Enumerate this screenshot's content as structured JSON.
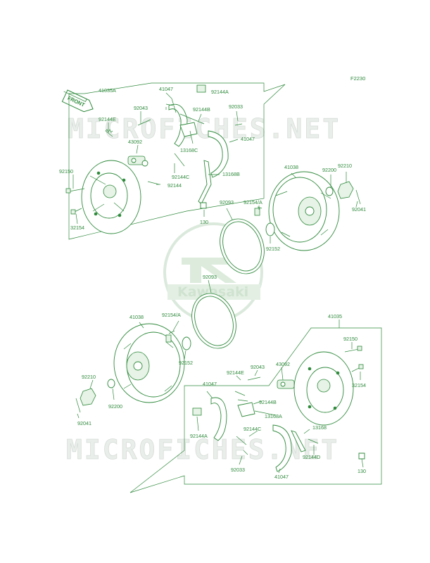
{
  "diagram_code": "F2230",
  "front_tag": "FRONT",
  "watermark": {
    "text": "MICROFICHES.NET",
    "logo": "Kawasaki"
  },
  "labels": [
    {
      "id": "l-41035a",
      "text": "41035A"
    },
    {
      "id": "l-41047-top",
      "text": "41047"
    },
    {
      "id": "l-92144a-top",
      "text": "92144A"
    },
    {
      "id": "l-92144e-top",
      "text": "92144E"
    },
    {
      "id": "l-92043-top",
      "text": "92043"
    },
    {
      "id": "l-92144b-top",
      "text": "92144B"
    },
    {
      "id": "l-92033-top",
      "text": "92033"
    },
    {
      "id": "l-43092-top",
      "text": "43092"
    },
    {
      "id": "l-13168c",
      "text": "13168C"
    },
    {
      "id": "l-41047-top2",
      "text": "41047"
    },
    {
      "id": "l-92150-top",
      "text": "92150"
    },
    {
      "id": "l-92144c-top",
      "text": "92144C"
    },
    {
      "id": "l-13168b",
      "text": "13168B"
    },
    {
      "id": "l-92144",
      "text": "92144"
    },
    {
      "id": "l-32154-top",
      "text": "32154"
    },
    {
      "id": "l-130-top",
      "text": "130"
    },
    {
      "id": "l-41038-top",
      "text": "41038"
    },
    {
      "id": "l-92200-top",
      "text": "92200"
    },
    {
      "id": "l-92210-top",
      "text": "92210"
    },
    {
      "id": "l-92041-top",
      "text": "92041"
    },
    {
      "id": "l-92093-top",
      "text": "92093"
    },
    {
      "id": "l-92154a-top",
      "text": "92154/A"
    },
    {
      "id": "l-92152-top",
      "text": "92152"
    },
    {
      "id": "l-92093-mid",
      "text": "92093"
    },
    {
      "id": "l-92154a-bot",
      "text": "92154/A"
    },
    {
      "id": "l-41038-bot",
      "text": "41038"
    },
    {
      "id": "l-41035",
      "text": "41035"
    },
    {
      "id": "l-92150-bot",
      "text": "92150"
    },
    {
      "id": "l-92043-bot",
      "text": "92043"
    },
    {
      "id": "l-43092-bot",
      "text": "43092"
    },
    {
      "id": "l-92144e-bot",
      "text": "92144E"
    },
    {
      "id": "l-92152-bot",
      "text": "92152"
    },
    {
      "id": "l-32154-bot",
      "text": "32154"
    },
    {
      "id": "l-92210-bot",
      "text": "92210"
    },
    {
      "id": "l-41047-bot",
      "text": "41047"
    },
    {
      "id": "l-92144b-bot",
      "text": "92144B"
    },
    {
      "id": "l-13168a",
      "text": "13168A"
    },
    {
      "id": "l-92200-bot",
      "text": "92200"
    },
    {
      "id": "l-92041-bot",
      "text": "92041"
    },
    {
      "id": "l-92144a-bot",
      "text": "92144A"
    },
    {
      "id": "l-92144c-bot",
      "text": "92144C"
    },
    {
      "id": "l-13168",
      "text": "13168"
    },
    {
      "id": "l-92144d",
      "text": "92144D"
    },
    {
      "id": "l-92033-bot",
      "text": "92033"
    },
    {
      "id": "l-41047-bot2",
      "text": "41047"
    },
    {
      "id": "l-130-bot",
      "text": "130"
    }
  ],
  "colors": {
    "line": "#2f8a3c",
    "watermark": "#e9eeea"
  }
}
